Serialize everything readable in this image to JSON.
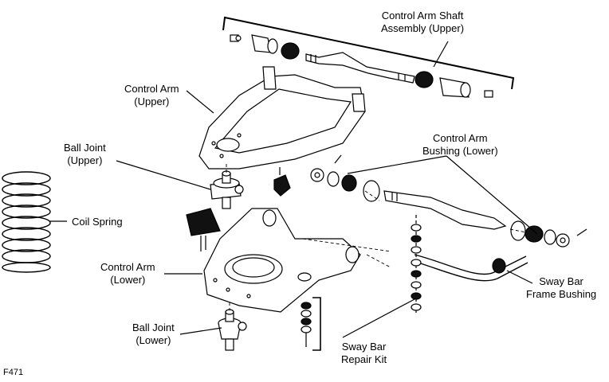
{
  "figure_id": "F471",
  "labels": {
    "shaft_upper": [
      "Control Arm Shaft",
      "Assembly (Upper)"
    ],
    "control_arm_upper": [
      "Control Arm",
      "(Upper)"
    ],
    "ball_joint_upper": [
      "Ball Joint",
      "(Upper)"
    ],
    "coil_spring": "Coil Spring",
    "control_arm_lower": [
      "Control Arm",
      "(Lower)"
    ],
    "ball_joint_lower": [
      "Ball Joint",
      "(Lower)"
    ],
    "bushing_lower": [
      "Control Arm",
      "Bushing (Lower)"
    ],
    "sway_bar_frame_bushing": [
      "Sway Bar",
      "Frame Bushing"
    ],
    "sway_bar_repair_kit": [
      "Sway Bar",
      "Repair Kit"
    ]
  },
  "colors": {
    "line": "#000000",
    "fill": "#ffffff",
    "rubber": "#111111"
  }
}
